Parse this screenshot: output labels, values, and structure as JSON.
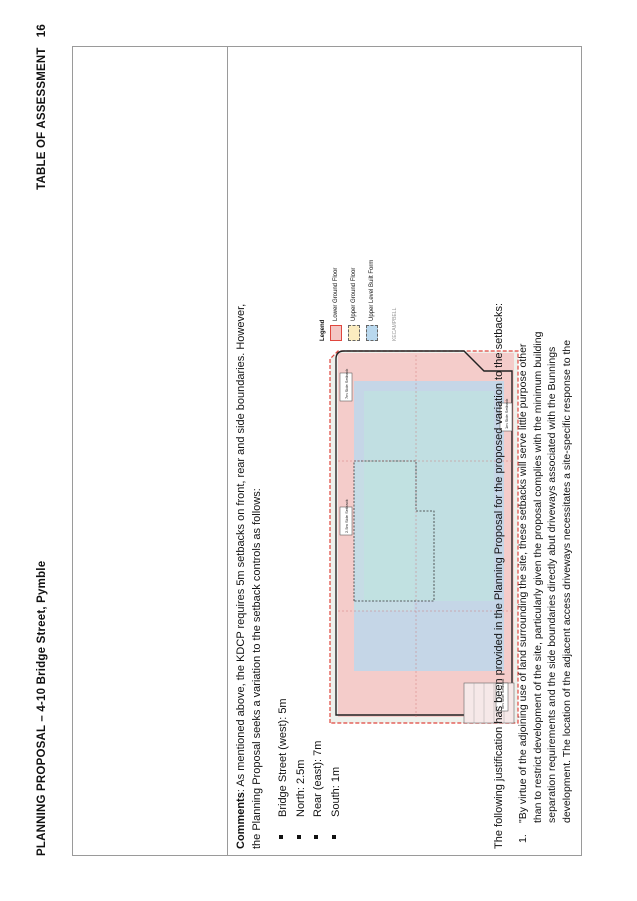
{
  "header": {
    "title": "PLANNING PROPOSAL – 4-10 Bridge Street, Pymble",
    "section": "TABLE OF ASSESSMENT",
    "page_number": "16"
  },
  "comments": {
    "label": "Comments",
    "text_line1": ": As mentioned above, the KDCP requires 5m setbacks on front, rear and side boundaries.  However,",
    "text_line2": "the Planning Proposal seeks a variation to the setback controls as follows:"
  },
  "setbacks": [
    "Bridge Street (west): 5m",
    "North: 2.5m",
    "Rear (east): 7m",
    "South: 1m"
  ],
  "plan": {
    "labels": {
      "side_2_5": "2.5m Side Setback",
      "side_7": "7m Side Setback",
      "side_5": "5m Side Setback",
      "side_1": "1m Side Setback"
    },
    "legend": {
      "title": "Legend",
      "items": [
        "Lower Ground Floor",
        "Upper Ground Floor",
        "Upper Level Built Form"
      ]
    },
    "logo": "KECAMPBELL"
  },
  "justification_intro": "The following justification has been provided in the Planning Proposal for the proposed variation to the setbacks:",
  "quote": {
    "number": "1.",
    "line1": "\"By virtue of the adjoining use of land surrounding the site, these setbacks will serve little purpose other",
    "line2": "than to restrict development of the site, particularly given the proposal complies with the minimum building",
    "line3": "separation requirements and the side boundaries directly abut driveways associated with the Bunnings",
    "line4": "development. The location of the adjacent access driveways necessitates a site-specific response to the"
  },
  "colors": {
    "lower_ground": "#f4c6c4",
    "upper_ground": "#fbecc0",
    "upper_level": "#b9d8ee",
    "boundary": "#e0463e"
  }
}
